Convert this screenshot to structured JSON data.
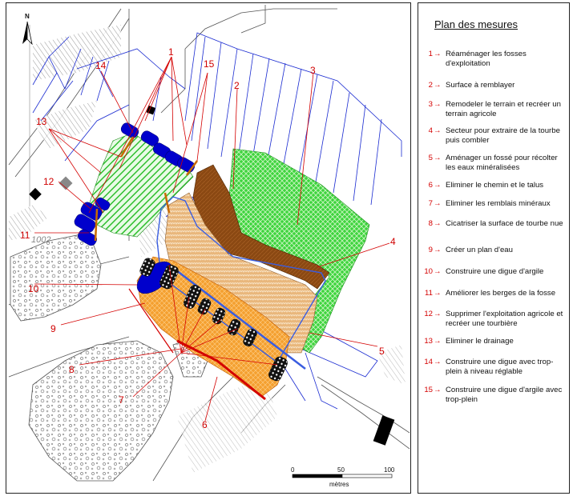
{
  "map": {
    "north_label": "N",
    "parcel_number": "1002",
    "scale": {
      "ticks": [
        "0",
        "50",
        "100"
      ],
      "unit": "mètres"
    },
    "callouts": [
      "1",
      "2",
      "3",
      "4",
      "5",
      "6",
      "7",
      "8",
      "9",
      "10",
      "11",
      "12",
      "13",
      "14",
      "15"
    ],
    "colors": {
      "callout": "#d40000",
      "green_hatch": "#33cc33",
      "brown": "#8b4a12",
      "tan": "#d9a36a",
      "orange": "#f39a2e",
      "blue": "#0000cc",
      "drain_lines": "#1a2bd1"
    }
  },
  "legend": {
    "title": "Plan des mesures",
    "items": [
      {
        "num": "1",
        "text": "Réaménager les fosses d'exploitation"
      },
      {
        "num": "2",
        "text": "Surface à remblayer"
      },
      {
        "num": "3",
        "text": "Remodeler le terrain et recréer un terrain agricole"
      },
      {
        "num": "4",
        "text": "Secteur pour extraire de la tourbe puis combler"
      },
      {
        "num": "5",
        "text": "Aménager un fossé pour récolter les eaux minéralisées"
      },
      {
        "num": "6",
        "text": "Eliminer le chemin et le talus"
      },
      {
        "num": "7",
        "text": "Eliminer les remblais minéraux"
      },
      {
        "num": "8",
        "text": "Cicatriser la surface de tourbe nue"
      },
      {
        "num": "9",
        "text": "Créer un plan d'eau"
      },
      {
        "num": "10",
        "text": "Construire une digue d'argile"
      },
      {
        "num": "11",
        "text": "Améliorer les berges de la fosse"
      },
      {
        "num": "12",
        "text": "Supprimer l'exploitation agricole et recréer une tourbière"
      },
      {
        "num": "13",
        "text": "Eliminer le drainage"
      },
      {
        "num": "14",
        "text": "Construire une digue avec trop-plein à niveau réglable"
      },
      {
        "num": "15",
        "text": "Construire une digue d'argile avec trop-plein"
      }
    ]
  }
}
